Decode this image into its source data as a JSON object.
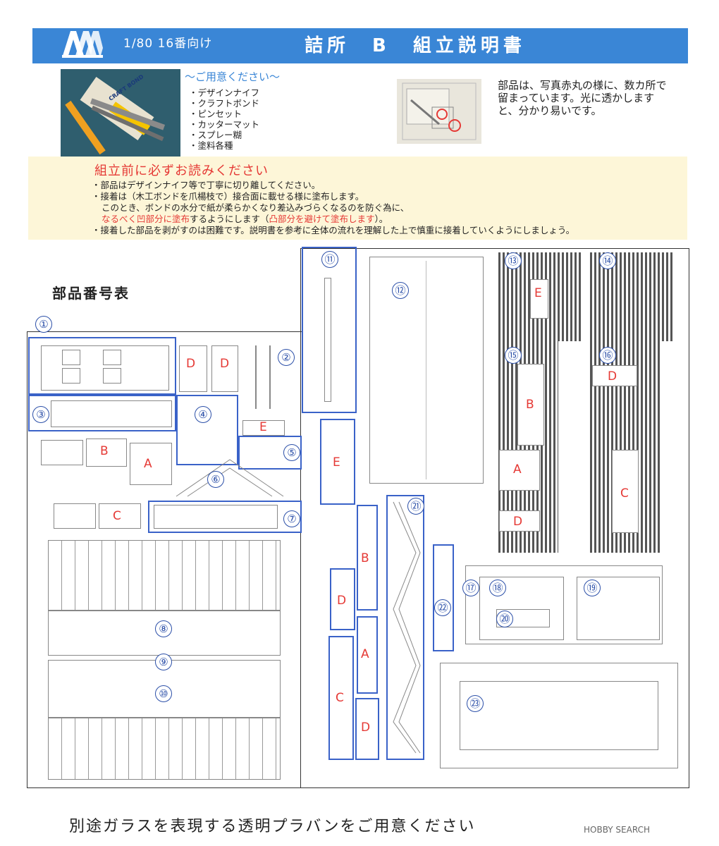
{
  "header": {
    "scale": "1/80 16番向け",
    "title": "詰所　B　組立説明書",
    "color": "#3a86d6"
  },
  "tools": {
    "heading": "〜ご用意ください〜",
    "items": [
      "デザインナイフ",
      "クラフトボンド",
      "ピンセット",
      "カッターマット",
      "スプレー糊",
      "塗料各種"
    ],
    "photo_text": [
      "CRAFT BOND"
    ]
  },
  "parts_note": "部品は、写真赤丸の様に、数カ所で留まっています。光に透かしますと、分かり易いです。",
  "warning": {
    "title": "組立前に必ずお読みください",
    "line1": "・部品はデザインナイフ等で丁寧に切り離してください。",
    "line2": "・接着は（木工ボンドを爪楊枝で）接合面に載せる様に塗布します。",
    "line3": "このとき、ボンドの水分で紙が柔らかくなり差込みづらくなるのを防ぐ為に、",
    "line4a": "なるべく凹部分に塗布",
    "line4b": "するようにします（",
    "line4c": "凸部分を避けて塗布します",
    "line4d": "）。",
    "line5": "・接着した部品を剥がすのは困難です。説明書を参考に全体の流れを理解した上で慎重に接着していくようにしましょう。"
  },
  "sheet": {
    "title": "部品番号表",
    "numbers": [
      "①",
      "②",
      "③",
      "④",
      "⑤",
      "⑥",
      "⑦",
      "⑧",
      "⑨",
      "⑩",
      "⑪",
      "⑫",
      "⑬",
      "⑭",
      "⑮",
      "⑯",
      "⑰",
      "⑱",
      "⑲",
      "⑳",
      "㉑",
      "㉒",
      "㉓"
    ],
    "letters": {
      "A": "A",
      "B": "B",
      "C": "C",
      "D": "D",
      "E": "E"
    }
  },
  "footer": "別途ガラスを表現する透明プラバンをご用意ください",
  "watermark": "HOBBY SEARCH"
}
